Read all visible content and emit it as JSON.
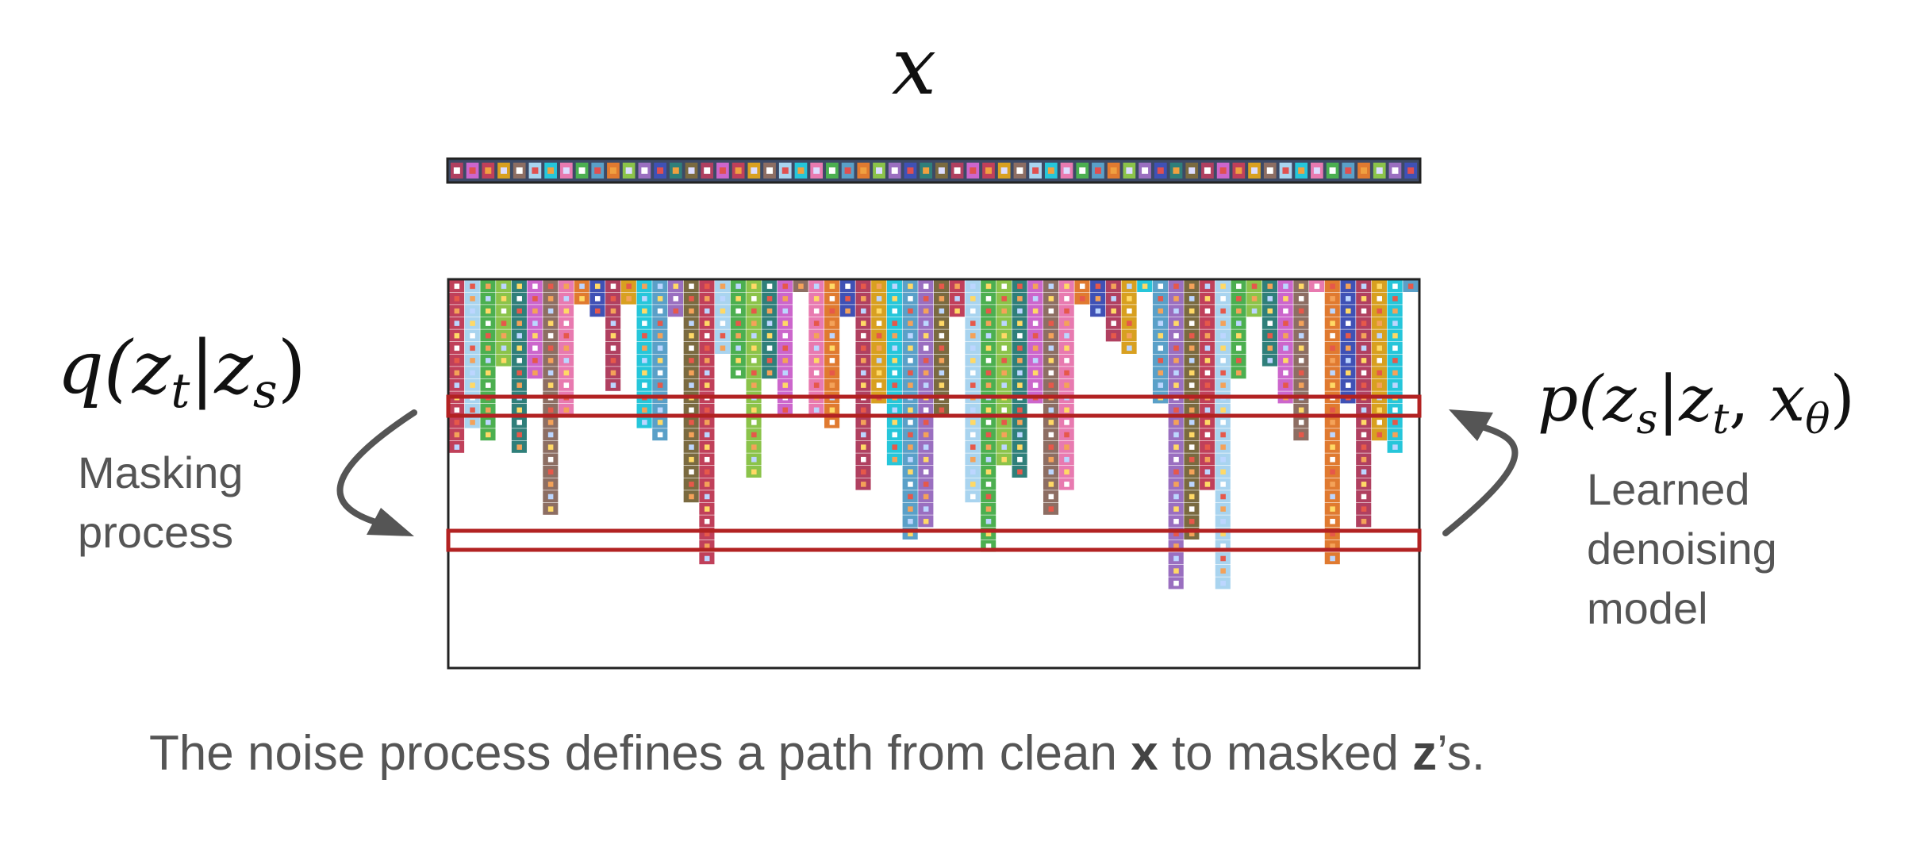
{
  "top_symbol": "x",
  "left_formula": {
    "q": "q(",
    "z1": "z",
    "sub1": "t",
    "bar": "|",
    "z2": "z",
    "sub2": "s",
    "close": ")"
  },
  "right_formula": {
    "p": "p(",
    "z1": "z",
    "sub1": "s",
    "bar": "|",
    "z2": "z",
    "sub2": "t",
    "comma": ", ",
    "x": "x",
    "sub3": "θ",
    "close": ")"
  },
  "left_label": [
    "Masking",
    "process"
  ],
  "right_label": [
    "Learned",
    "denoising",
    "model"
  ],
  "caption": {
    "part1": "The noise process defines a path from clean ",
    "bold1": "x",
    "part2": " to masked ",
    "bold2": "z",
    "part3": "’s."
  },
  "colors": {
    "highlight": "#b22222",
    "arrow": "#555555",
    "palette": [
      "#8bc34a",
      "#c0405a",
      "#5aa0c8",
      "#b04060",
      "#e87ab0",
      "#2f7f7a",
      "#a9d4ef",
      "#9a6fc0",
      "#d8a020",
      "#e07a30",
      "#cc66cc",
      "#4caf50",
      "#7a6a40",
      "#26c6da",
      "#3f51b5",
      "#8d6e63"
    ]
  },
  "grid": {
    "columns": 62,
    "column_depths": [
      14,
      12,
      13,
      7,
      14,
      8,
      19,
      11,
      2,
      3,
      9,
      2,
      12,
      13,
      3,
      18,
      23,
      6,
      8,
      16,
      8,
      11,
      1,
      11,
      12,
      3,
      17,
      10,
      15,
      21,
      20,
      11,
      3,
      18,
      22,
      15,
      16,
      10,
      19,
      17,
      2,
      3,
      5,
      6,
      1,
      10,
      25,
      21,
      17,
      25,
      8,
      3,
      7,
      10,
      13,
      1,
      23,
      10,
      20,
      13,
      14,
      1
    ]
  }
}
